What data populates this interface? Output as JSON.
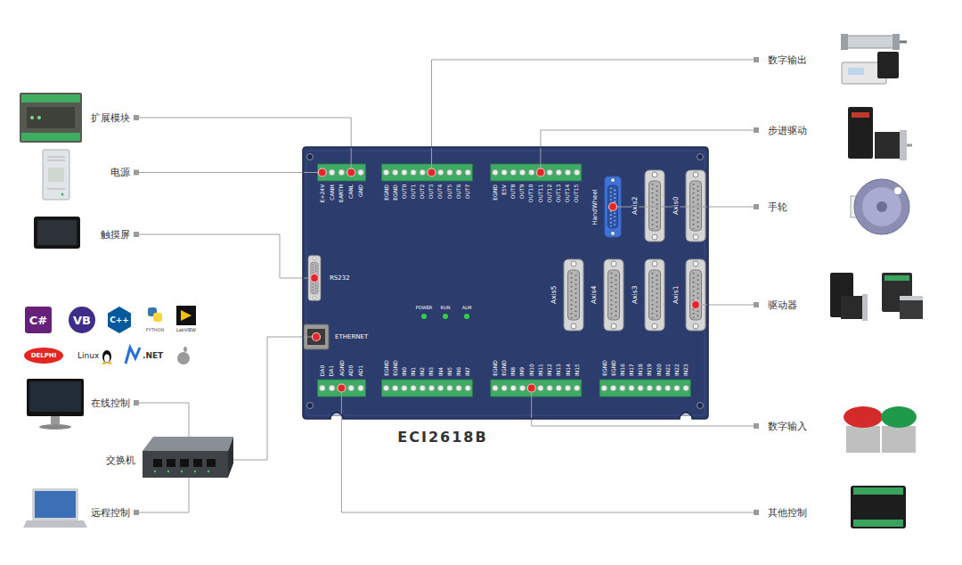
{
  "diagram": {
    "nodes": [
      {
        "text": [
          "ECI2618B"
        ]
      }
    ],
    "labels": [
      "E+24V",
      "CANH",
      "EARTH",
      "CANL",
      "GND",
      "EGND",
      "EGND",
      "OUT0",
      "OUT1",
      "OUT2",
      "OUT3",
      "OUT4",
      "OUT5",
      "OUT6",
      "OUT7",
      "EGND",
      "E5V",
      "OUT8",
      "OUT9",
      "OUT10",
      "OUT11",
      "OUT12",
      "OUT13",
      "OUT14",
      "OUT15",
      "HandWheel",
      "Axis2",
      "Axis0",
      "RS232",
      "POWER",
      "RUN",
      "ALM",
      "Axis5",
      "Axis4",
      "Axis3",
      "Axis1",
      "ETHERNET",
      "DA0",
      "DA1",
      "AGND",
      "AD0",
      "AD1",
      "EGND",
      "EGND",
      "IN0",
      "IN1",
      "IN2",
      "IN3",
      "IN4",
      "IN5",
      "IN6",
      "IN7",
      "EGND",
      "EGND",
      "IN8",
      "IN9",
      "IN10",
      "IN11",
      "IN12",
      "IN13",
      "IN14",
      "IN15",
      "EGND",
      "EGND",
      "IN16",
      "IN17",
      "IN18",
      "IN19",
      "IN20",
      "IN21",
      "IN22",
      "IN23",
      "扩展模块",
      "电源",
      "触摸屏",
      "在线控制",
      "交换机",
      "远程控制",
      "数字输出",
      "步进驱动",
      "手轮",
      "驱动器",
      "数字输入",
      "其他控制",
      "C#",
      "VB",
      "C++",
      "PYTHON",
      "LabVIEW",
      "DELPHI",
      "Linux",
      ".NET"
    ]
  }
}
